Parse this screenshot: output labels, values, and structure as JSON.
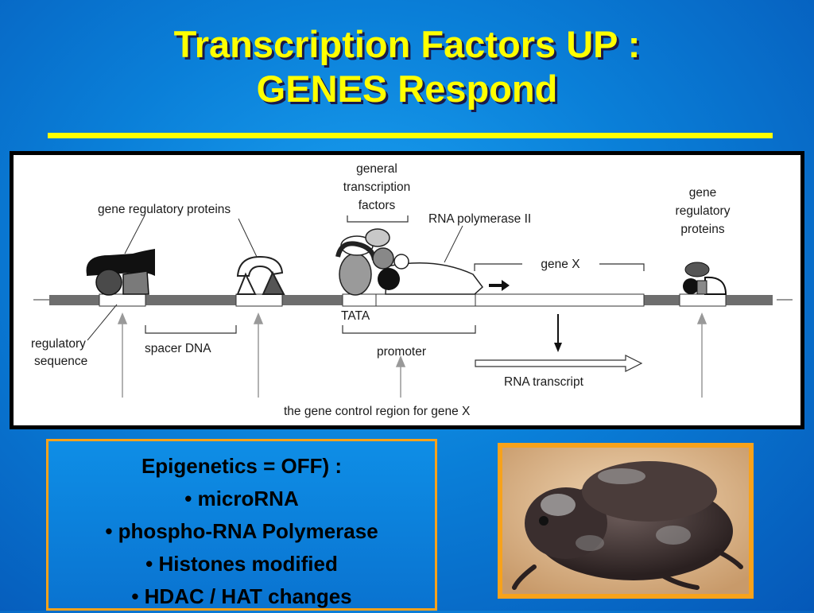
{
  "title": {
    "line1": "Transcription Factors UP :",
    "line2": "GENES Respond"
  },
  "diagram": {
    "gene_regulatory_proteins_left": "gene regulatory proteins",
    "general_tf_line1": "general",
    "general_tf_line2": "transcription",
    "general_tf_line3": "factors",
    "rna_polymerase": "RNA polymerase II",
    "gene_x": "gene X",
    "gene_regulatory_proteins_right_line1": "gene",
    "gene_regulatory_proteins_right_line2": "regulatory",
    "gene_regulatory_proteins_right_line3": "proteins",
    "tata": "TATA",
    "regulatory_sequence_line1": "regulatory",
    "regulatory_sequence_line2": "sequence",
    "spacer_dna": "spacer DNA",
    "promoter": "promoter",
    "rna_transcript": "RNA transcript",
    "control_region": "the gene control region for gene X"
  },
  "epigenetics": {
    "heading": "Epigenetics = OFF) :",
    "items": [
      "• microRNA",
      "• phospho-RNA Polymerase",
      "• Histones modified",
      "• HDAC / HAT changes"
    ]
  },
  "colors": {
    "title": "#ffff00",
    "box_border": "#f7a21b",
    "background": "#0a7fd8"
  }
}
